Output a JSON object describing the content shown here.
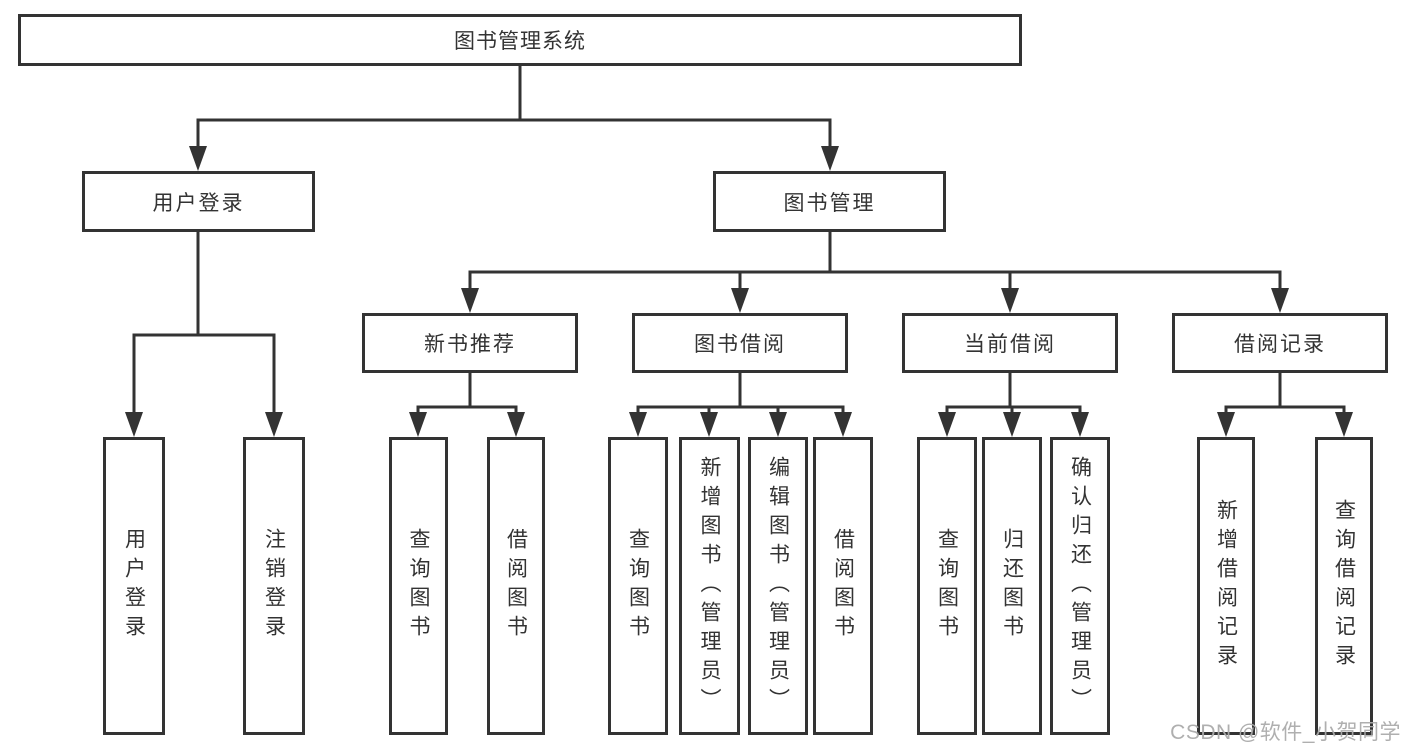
{
  "tree": {
    "root": {
      "label": "图书管理系统",
      "children": [
        {
          "label": "用户登录",
          "children": [
            {
              "label": "用户登录"
            },
            {
              "label": "注销登录"
            }
          ]
        },
        {
          "label": "图书管理",
          "children": [
            {
              "label": "新书推荐",
              "children": [
                {
                  "label": "查询图书"
                },
                {
                  "label": "借阅图书"
                }
              ]
            },
            {
              "label": "图书借阅",
              "children": [
                {
                  "label": "查询图书"
                },
                {
                  "label": "新增图书（管理员）"
                },
                {
                  "label": "编辑图书（管理员）"
                },
                {
                  "label": "借阅图书"
                }
              ]
            },
            {
              "label": "当前借阅",
              "children": [
                {
                  "label": "查询图书"
                },
                {
                  "label": "归还图书"
                },
                {
                  "label": "确认归还（管理员）"
                }
              ]
            },
            {
              "label": "借阅记录",
              "children": [
                {
                  "label": "新增借阅记录"
                },
                {
                  "label": "查询借阅记录"
                }
              ]
            }
          ]
        }
      ]
    }
  },
  "watermark": {
    "text": "CSDN @软件_小贺同学"
  },
  "colors": {
    "line": "#333333",
    "text": "#333333",
    "node_background": "#ffffff",
    "page_background": "#ffffff",
    "watermark": "#ababab"
  }
}
